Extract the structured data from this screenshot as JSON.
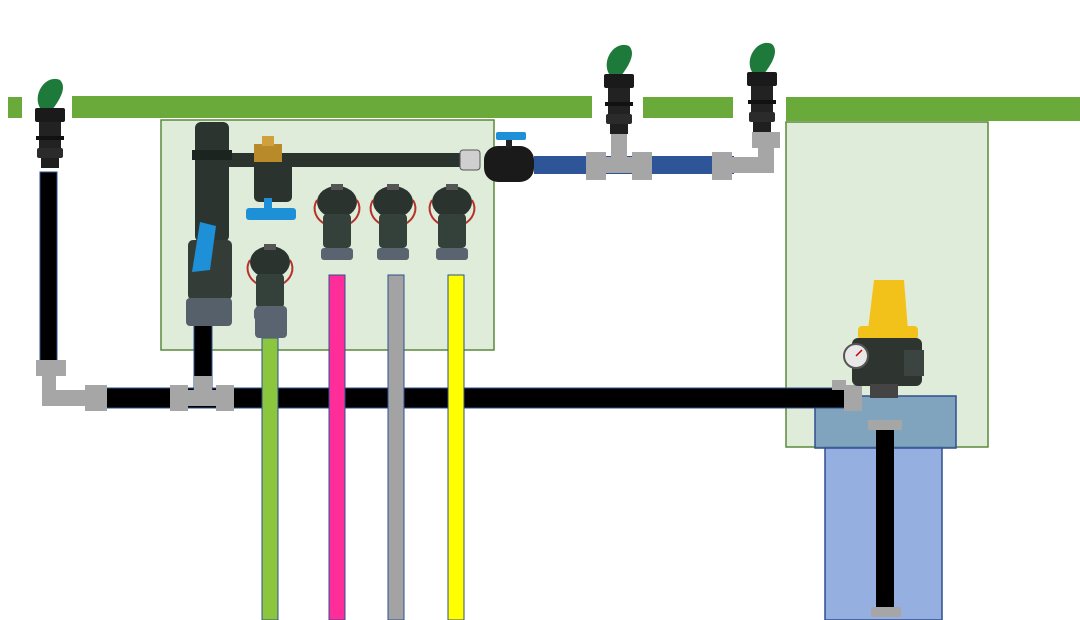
{
  "diagram": {
    "kind": "irrigation-plumbing-schematic",
    "ground_color": "#6aaa3a",
    "zone_box_color": "#dbe9d3",
    "well_water_color": "#94afe0",
    "pump_box_color": "#6f98b8",
    "main_pipe_color": "#000000",
    "pipe_outline_color": "#2f4f8f",
    "fitting_color": "#a6a6a6",
    "supply_pipe_color": "#2e5597",
    "valve_body_color": "#2d3a33",
    "ball_valve_handle_color": "#1e90d8",
    "pressure_switch_color": "#f2c21b",
    "coupler_lid_color": "#1e7a3a",
    "zone_lines": [
      {
        "color": "#8cc63f"
      },
      {
        "color": "#ff2d9a"
      },
      {
        "color": "#a3a3a3"
      },
      {
        "color": "#ffff00"
      }
    ],
    "quick_couplers": 3,
    "solenoid_valves": 4
  }
}
